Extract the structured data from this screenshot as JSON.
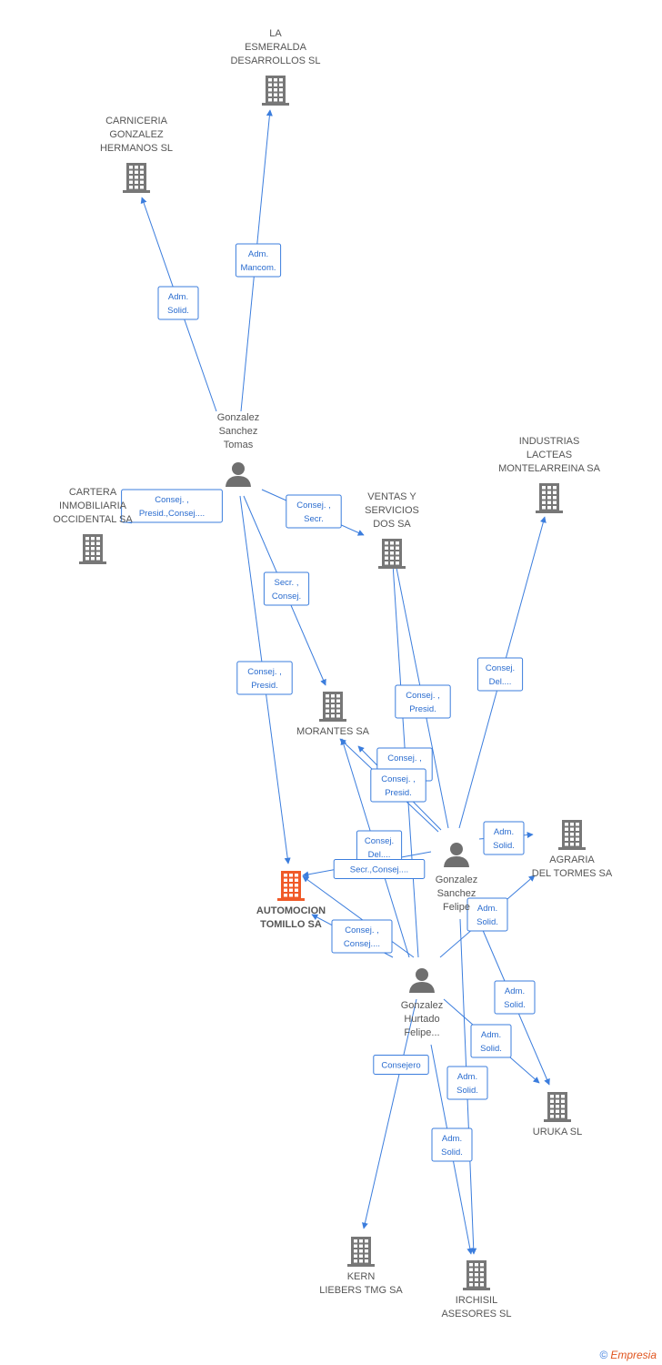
{
  "nodes": {
    "la_esmeralda": {
      "type": "company",
      "lines": [
        "LA",
        "ESMERALDA",
        "DESARROLLOS SL"
      ]
    },
    "carniceria": {
      "type": "company",
      "lines": [
        "CARNICERIA",
        "GONZALEZ",
        "HERMANOS SL"
      ]
    },
    "tomas": {
      "type": "person",
      "lines": [
        "Gonzalez",
        "Sanchez",
        "Tomas"
      ]
    },
    "cartera": {
      "type": "company",
      "lines": [
        "CARTERA",
        "INMOBILIARIA",
        "OCCIDENTAL SA"
      ]
    },
    "ventas": {
      "type": "company",
      "lines": [
        "VENTAS Y",
        "SERVICIOS",
        "DOS SA"
      ]
    },
    "industrias": {
      "type": "company",
      "lines": [
        "INDUSTRIAS",
        "LACTEAS",
        "MONTELARREINA SA"
      ]
    },
    "morantes": {
      "type": "company",
      "lines": [
        "MORANTES SA"
      ]
    },
    "automocion": {
      "type": "focus",
      "lines": [
        "AUTOMOCION",
        "TOMILLO SA"
      ]
    },
    "agraria": {
      "type": "company",
      "lines": [
        "AGRARIA",
        "DEL TORMES SA"
      ]
    },
    "felipe": {
      "type": "person",
      "lines": [
        "Gonzalez",
        "Sanchez",
        "Felipe"
      ]
    },
    "hurtado": {
      "type": "person",
      "lines": [
        "Gonzalez",
        "Hurtado",
        "Felipe..."
      ]
    },
    "uruka": {
      "type": "company",
      "lines": [
        "URUKA SL"
      ]
    },
    "kern": {
      "type": "company",
      "lines": [
        "KERN",
        "LIEBERS TMG SA"
      ]
    },
    "irchisil": {
      "type": "company",
      "lines": [
        "IRCHISIL",
        "ASESORES SL"
      ]
    }
  },
  "edges": [
    {
      "from": "tomas",
      "to": "la_esmeralda",
      "label": [
        "Adm.",
        "Mancom."
      ]
    },
    {
      "from": "tomas",
      "to": "carniceria",
      "label": [
        "Adm.",
        "Solid."
      ]
    },
    {
      "from": "tomas",
      "to": "cartera",
      "label": [
        "Consej. ,",
        "Presid.,Consej...."
      ]
    },
    {
      "from": "tomas",
      "to": "ventas",
      "label": [
        "Consej. ,",
        "Secr."
      ]
    },
    {
      "from": "tomas",
      "to": "morantes",
      "label": [
        "Secr. ,",
        "Consej."
      ]
    },
    {
      "from": "tomas",
      "to": "automocion",
      "label": [
        "Consej. ,",
        "Presid."
      ]
    },
    {
      "from": "felipe",
      "to": "ventas",
      "label": [
        "Consej. ,",
        "Presid."
      ]
    },
    {
      "from": "felipe",
      "to": "industrias",
      "label": [
        "Consej.",
        "Del...."
      ]
    },
    {
      "from": "felipe",
      "to": "morantes",
      "label": [
        "Consej. ,",
        "..."
      ]
    },
    {
      "from": "felipe",
      "to": "morantes",
      "label": [
        "Consej. ,",
        "Presid."
      ]
    },
    {
      "from": "felipe",
      "to": "agraria",
      "label": [
        "Adm.",
        "Solid."
      ]
    },
    {
      "from": "felipe",
      "to": "automocion",
      "label": [
        "Consej.",
        "Del...."
      ]
    },
    {
      "from": "felipe",
      "to": "uruka",
      "label": [
        "Adm.",
        "Solid."
      ]
    },
    {
      "from": "felipe",
      "to": "irchisil",
      "label": [
        "Adm.",
        "Solid."
      ]
    },
    {
      "from": "hurtado",
      "to": "automocion",
      "label": [
        "Secr.,Consej...."
      ]
    },
    {
      "from": "hurtado",
      "to": "automocion",
      "label": [
        "Consej. ,",
        "Consej...."
      ]
    },
    {
      "from": "hurtado",
      "to": "ventas",
      "label": []
    },
    {
      "from": "hurtado",
      "to": "morantes",
      "label": []
    },
    {
      "from": "hurtado",
      "to": "agraria",
      "label": [
        "Adm.",
        "Solid."
      ]
    },
    {
      "from": "hurtado",
      "to": "uruka",
      "label": [
        "Adm.",
        "Solid."
      ]
    },
    {
      "from": "hurtado",
      "to": "kern",
      "label": [
        "Consejero"
      ]
    },
    {
      "from": "hurtado",
      "to": "irchisil",
      "label": [
        "Adm.",
        "Solid."
      ]
    }
  ],
  "footer": {
    "copyright": "©",
    "brand": "Empresia"
  },
  "colors": {
    "edge": "#3b7ddd",
    "node": "#777777",
    "focus": "#f05a28"
  }
}
